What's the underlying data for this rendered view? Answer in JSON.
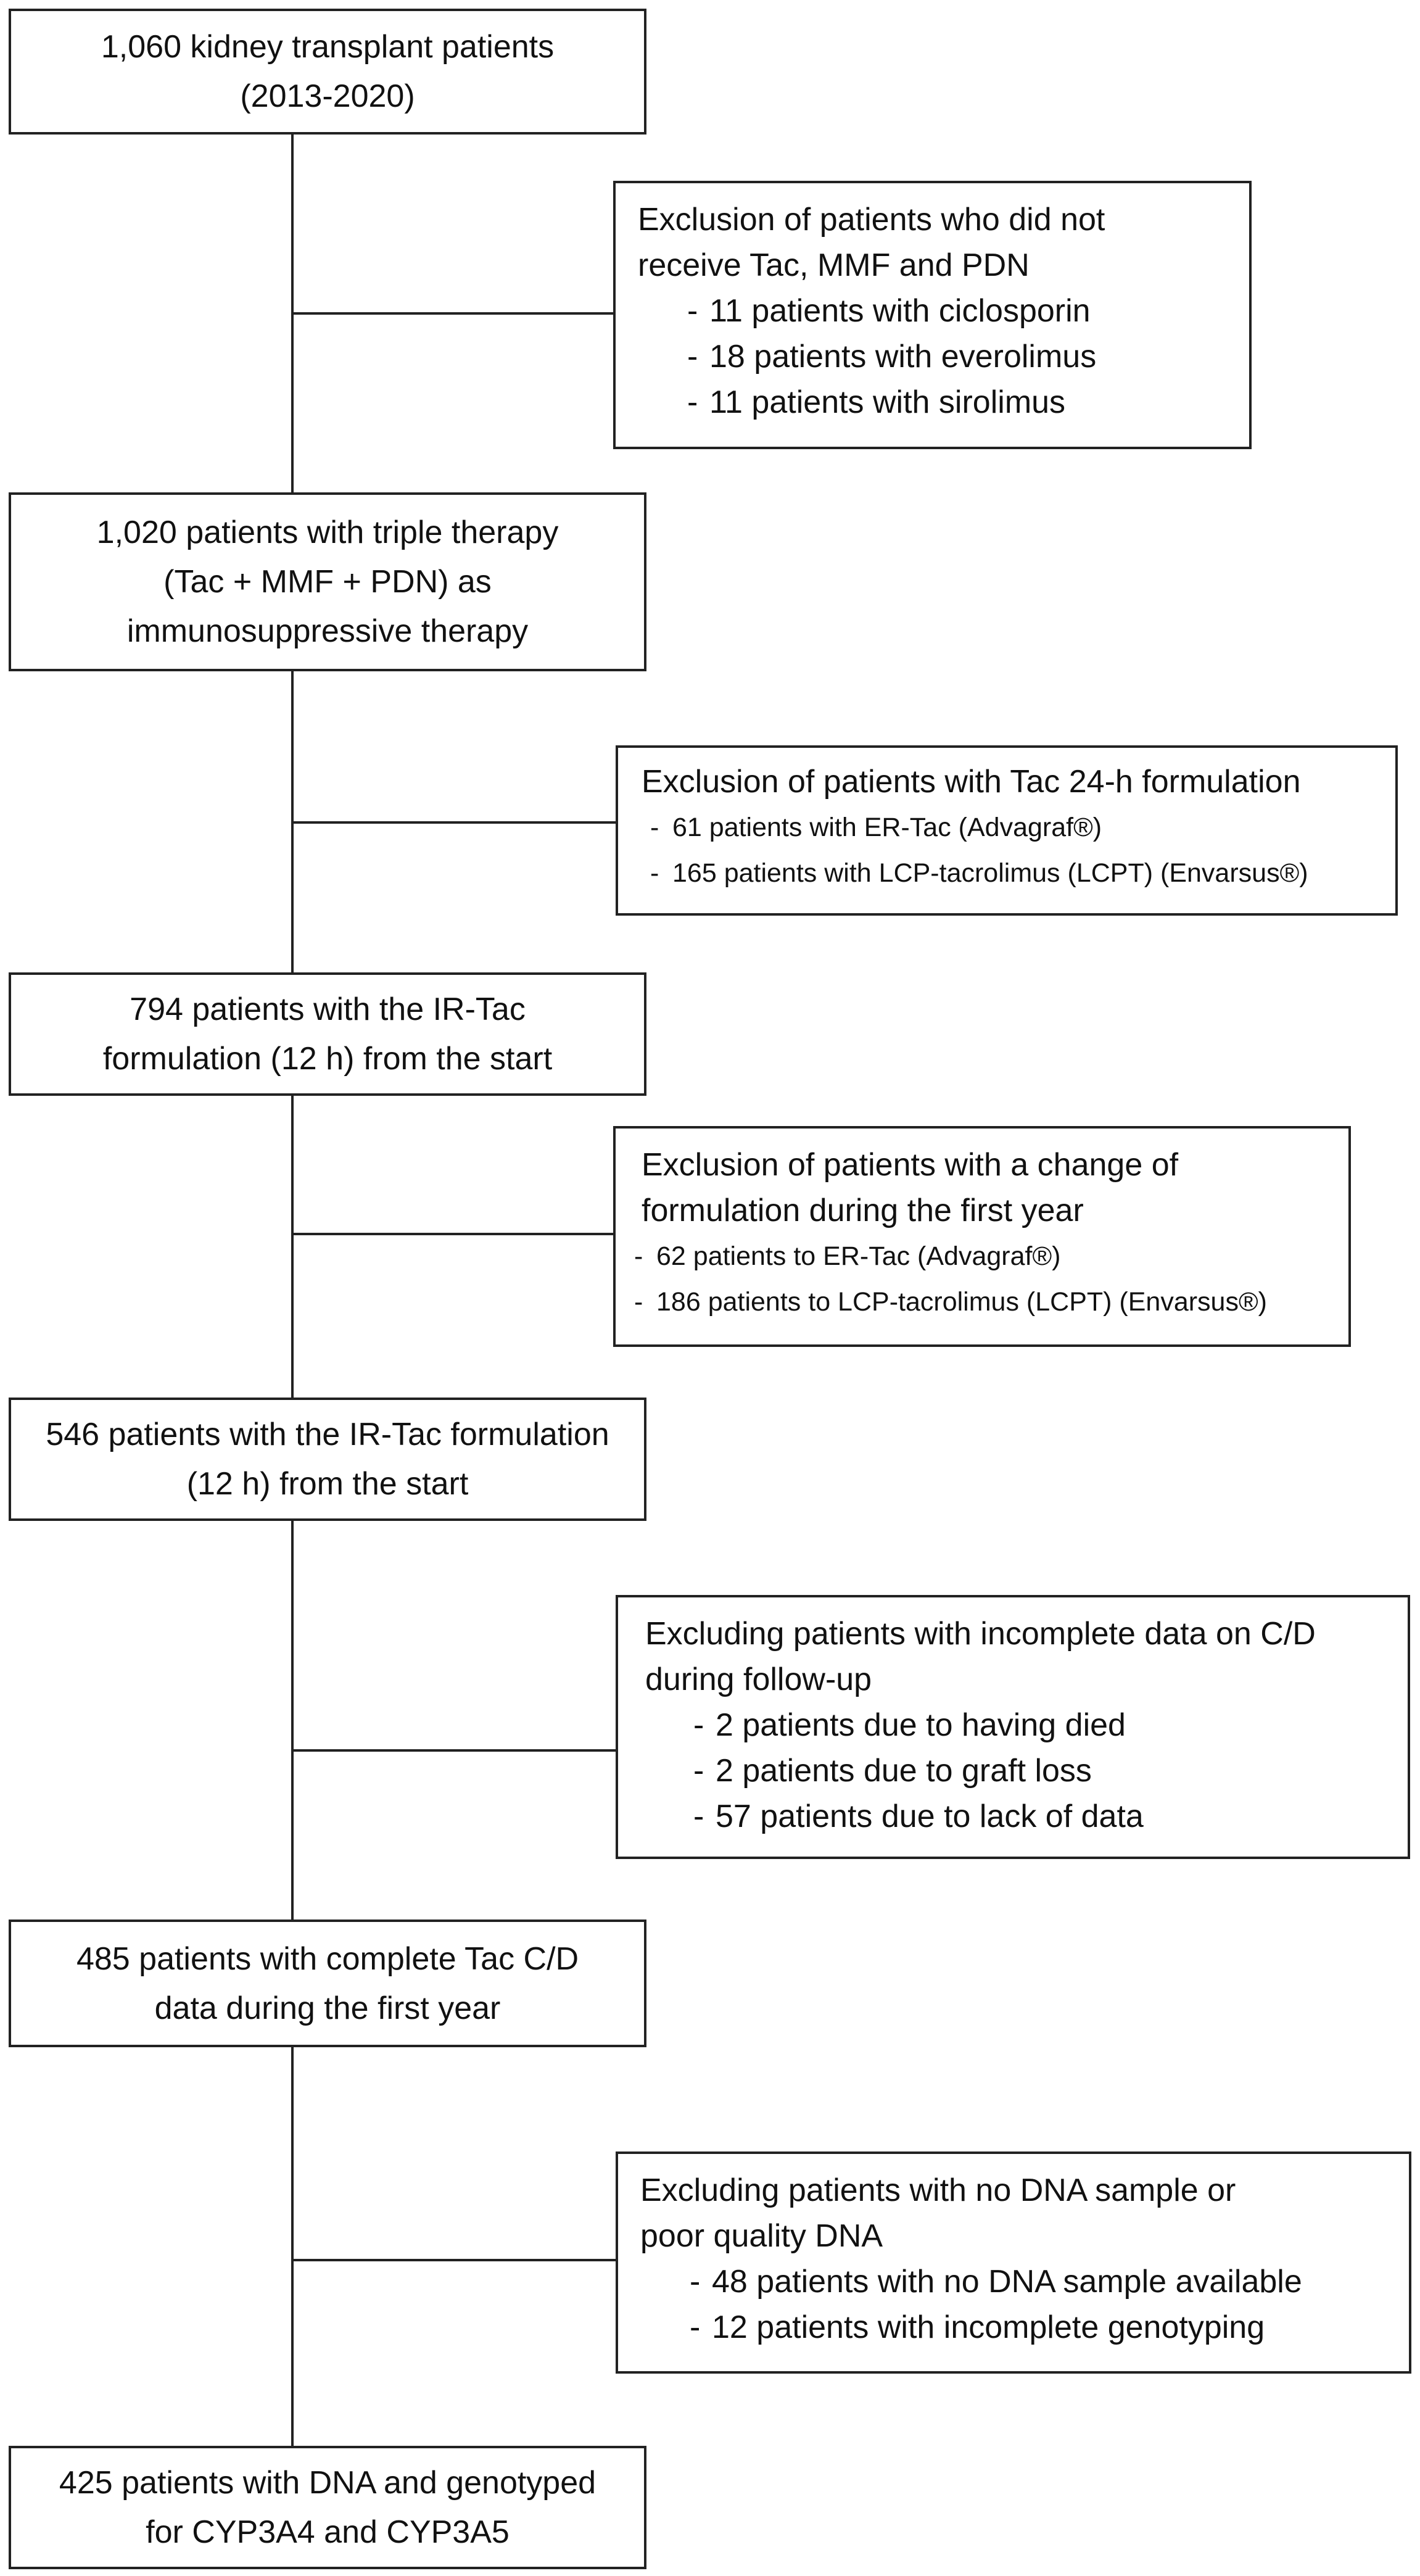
{
  "flowchart": {
    "steps": [
      {
        "lines": [
          "1,060 kidney transplant patients",
          "(2013-2020)"
        ]
      },
      {
        "lines": [
          "1,020 patients with triple therapy",
          "(Tac + MMF + PDN) as",
          "immunosuppressive therapy"
        ]
      },
      {
        "lines": [
          "794 patients with the IR-Tac",
          "formulation (12 h) from the start"
        ]
      },
      {
        "lines": [
          "546 patients with the IR-Tac formulation",
          "(12 h) from the start"
        ]
      },
      {
        "lines": [
          "485 patients with complete Tac C/D",
          "data during the first year"
        ]
      },
      {
        "lines": [
          "425 patients with DNA and genotyped",
          "for CYP3A4 and CYP3A5"
        ]
      }
    ],
    "exclusions": [
      {
        "title_lines": [
          "Exclusion of patients who did not",
          "receive Tac, MMF and PDN"
        ],
        "items": [
          "11 patients with ciclosporin",
          "18 patients with everolimus",
          "11 patients with sirolimus"
        ]
      },
      {
        "title_lines": [
          "Exclusion of patients with Tac 24-h formulation"
        ],
        "items": [
          "61 patients with ER-Tac (Advagraf®)",
          "165 patients with LCP-tacrolimus (LCPT) (Envarsus®)"
        ]
      },
      {
        "title_lines": [
          "Exclusion of patients with a change of",
          "formulation during the first year"
        ],
        "items": [
          "62 patients to ER-Tac (Advagraf®)",
          "186 patients to LCP-tacrolimus (LCPT) (Envarsus®)"
        ]
      },
      {
        "title_lines": [
          "Excluding patients with incomplete data on C/D",
          "during follow-up"
        ],
        "items": [
          "2 patients due to having died",
          "2 patients due to graft loss",
          "57 patients due to lack of data"
        ]
      },
      {
        "title_lines": [
          "Excluding patients with no DNA sample or",
          "poor quality DNA"
        ],
        "items": [
          "48 patients with no DNA sample available",
          "12 patients with incomplete genotyping"
        ]
      }
    ],
    "bullet_dash": "-"
  }
}
